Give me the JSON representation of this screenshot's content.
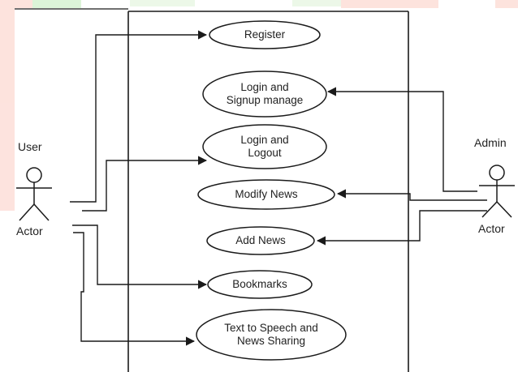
{
  "actors": {
    "user": {
      "name": "User",
      "role": "Actor"
    },
    "admin": {
      "name": "Admin",
      "role": "Actor"
    }
  },
  "use_cases": [
    {
      "id": "register",
      "label": "Register"
    },
    {
      "id": "login-signup-manage",
      "label": "Login and\nSignup manage"
    },
    {
      "id": "login-logout",
      "label": "Login and\nLogout"
    },
    {
      "id": "modify-news",
      "label": "Modify News"
    },
    {
      "id": "add-news",
      "label": "Add News"
    },
    {
      "id": "bookmarks",
      "label": "Bookmarks"
    },
    {
      "id": "tts-sharing",
      "label": "Text to Speech and\nNews Sharing"
    }
  ],
  "colors": {
    "line": "#1a1a1a",
    "background": "#ffffff",
    "watermark_green": "#d9f3d4",
    "watermark_red": "#fde0da"
  }
}
